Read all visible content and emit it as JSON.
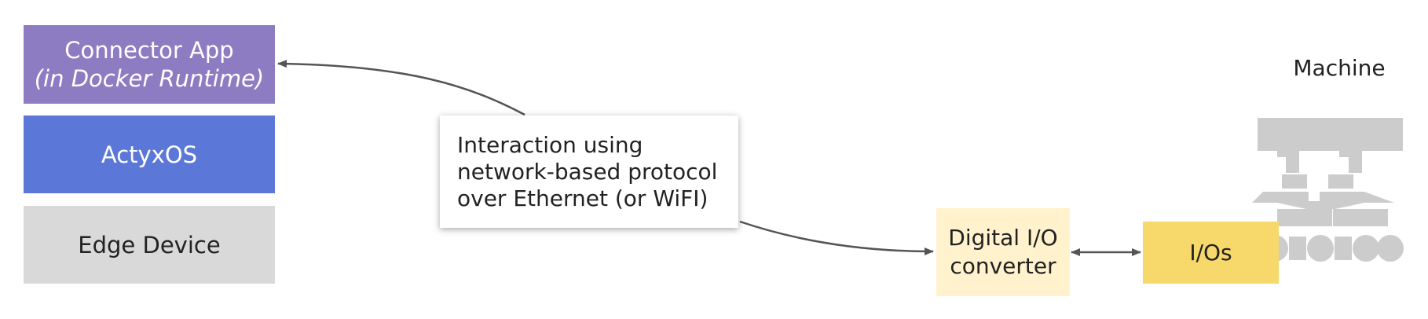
{
  "stack": {
    "connector_title": "Connector App",
    "connector_subtitle": "(in Docker Runtime)",
    "os": "ActyxOS",
    "device": "Edge Device"
  },
  "note": {
    "lines": [
      "Interaction using",
      "network-based protocol",
      "over Ethernet (or WiFI)"
    ]
  },
  "converter": {
    "lines": [
      "Digital I/O",
      "converter"
    ]
  },
  "ios": {
    "label": "I/Os"
  },
  "machine": {
    "label": "Machine",
    "icon": "machine-icon"
  },
  "colors": {
    "connector": "#8e7cc3",
    "os": "#5b78d8",
    "device": "#d9d9d9",
    "converter": "#fff2cc",
    "ios": "#f6d86b",
    "machine": "#cccccc",
    "arrow": "#555555"
  }
}
